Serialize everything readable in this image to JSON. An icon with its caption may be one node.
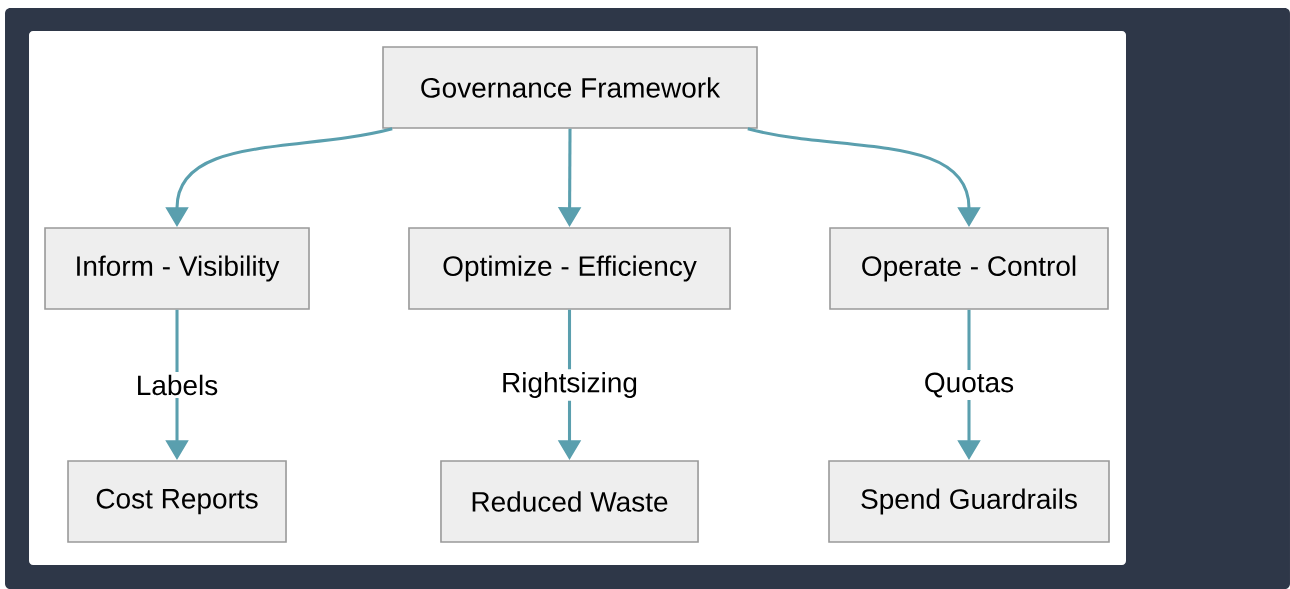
{
  "diagram": {
    "nodes": [
      {
        "text": [
          "Governance Framework"
        ]
      },
      {
        "text": [
          "Inform - Visibility"
        ]
      },
      {
        "text": [
          "Optimize - Efficiency"
        ]
      },
      {
        "text": [
          "Operate - Control"
        ]
      },
      {
        "text": [
          "Cost Reports"
        ]
      },
      {
        "text": [
          "Reduced Waste"
        ]
      },
      {
        "text": [
          "Spend Guardrails"
        ]
      }
    ],
    "edges": [
      {
        "from": 0,
        "to": 1,
        "arrow": "to"
      },
      {
        "from": 0,
        "to": 2,
        "arrow": "to"
      },
      {
        "from": 0,
        "to": 3,
        "arrow": "to"
      },
      {
        "from": 1,
        "to": 4,
        "arrow": "to",
        "label": "Labels"
      },
      {
        "from": 2,
        "to": 5,
        "arrow": "to",
        "label": "Rightsizing"
      },
      {
        "from": 3,
        "to": 6,
        "arrow": "to",
        "label": "Quotas"
      }
    ]
  }
}
